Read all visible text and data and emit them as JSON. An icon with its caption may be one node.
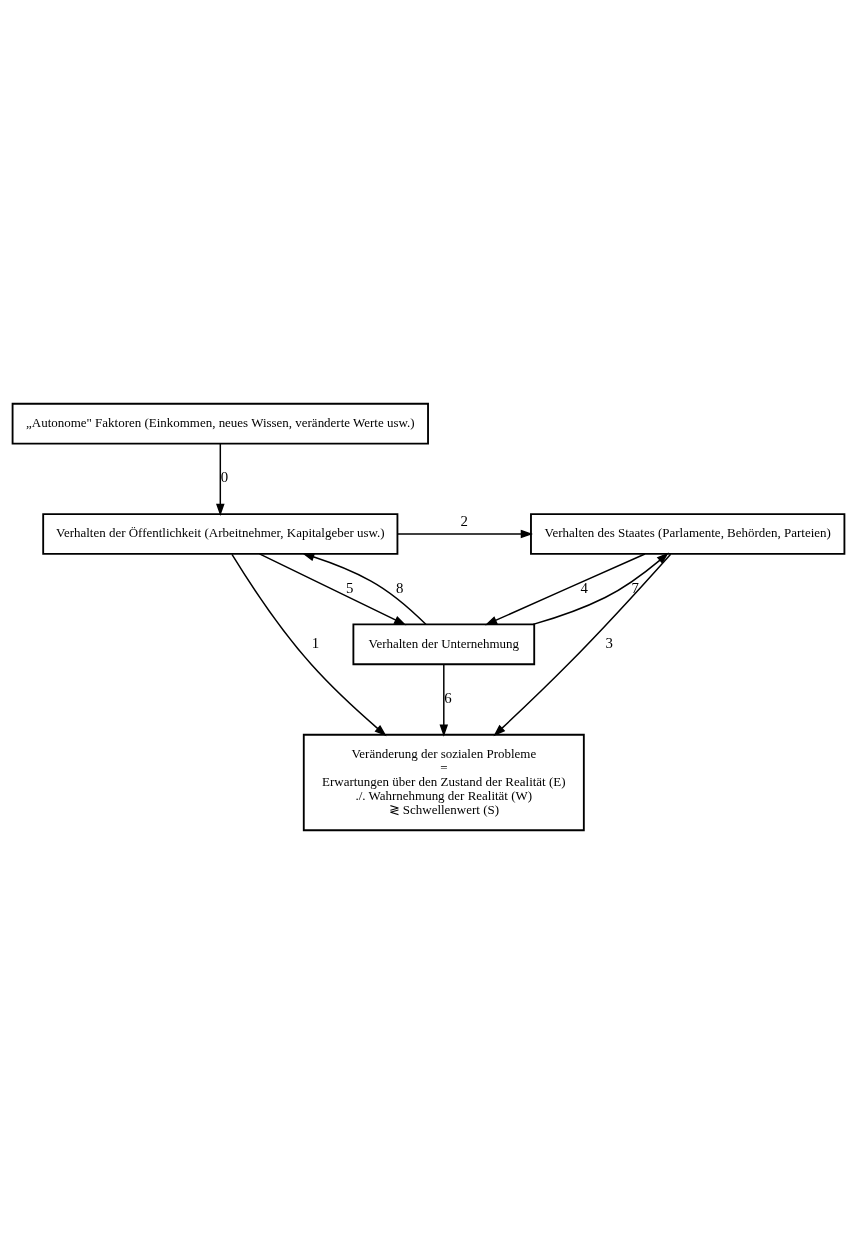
{
  "diagram": {
    "nodes": [
      {
        "text": [
          "„Autonome\" Faktoren (Einkommen, neues Wissen, veränderte Werte usw.)"
        ]
      },
      {
        "text": [
          "Verhalten der Öffentlichkeit (Arbeitnehmer, Kapitalgeber usw.)"
        ]
      },
      {
        "text": [
          "Verhalten des Staates (Parlamente, Behörden, Parteien)"
        ]
      },
      {
        "text": [
          "Veränderung der sozialen Probleme",
          "=",
          "Erwartungen über den Zustand der Realität (E)",
          "./. Wahrnehmung der Realität (W)",
          "≷ Schwellenwert (S)"
        ]
      },
      {
        "text": [
          "Verhalten der Unternehmung"
        ]
      }
    ],
    "edges": [
      {
        "from": 0,
        "to": 1,
        "arrow": "to",
        "label": "0"
      },
      {
        "from": 1,
        "to": 3,
        "arrow": "to",
        "label": "1"
      },
      {
        "from": 1,
        "to": 2,
        "arrow": "to",
        "label": "2"
      },
      {
        "from": 2,
        "to": 3,
        "arrow": "to",
        "label": "3"
      },
      {
        "from": 2,
        "to": 4,
        "arrow": "to",
        "label": "4"
      },
      {
        "from": 1,
        "to": 4,
        "arrow": "to",
        "label": "5"
      },
      {
        "from": 4,
        "to": 3,
        "arrow": "to",
        "label": "6"
      },
      {
        "from": 4,
        "to": 2,
        "arrow": "to",
        "label": "7"
      },
      {
        "from": 4,
        "to": 1,
        "arrow": "to",
        "label": "8"
      }
    ]
  }
}
